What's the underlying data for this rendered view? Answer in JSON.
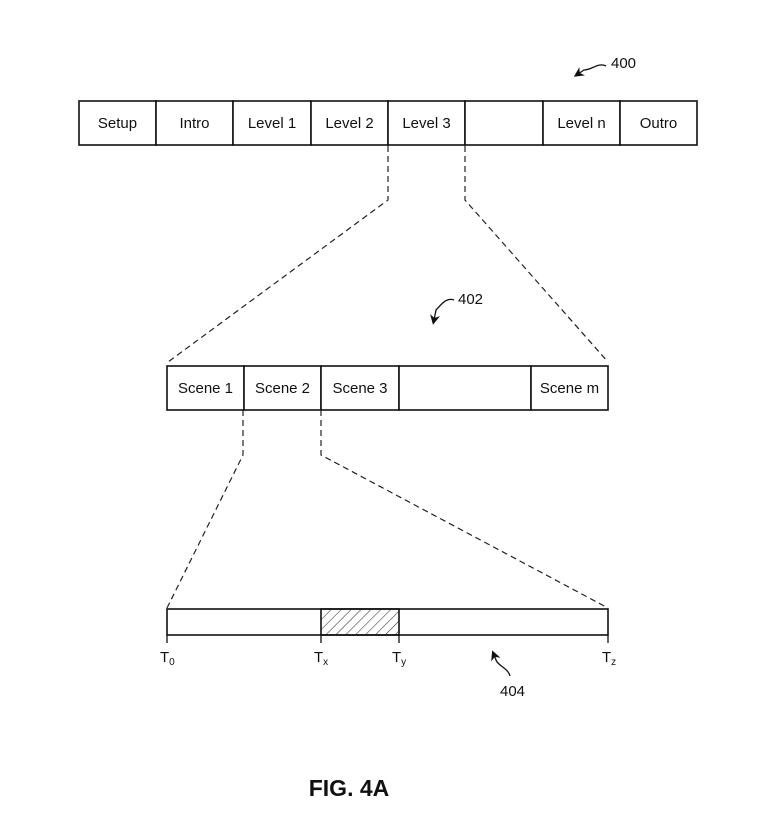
{
  "figure": {
    "label": "FIG. 4A"
  },
  "timeline_400": {
    "ref": "400",
    "segments": [
      "Setup",
      "Intro",
      "Level 1",
      "Level 2",
      "Level 3",
      "",
      "Level n",
      "Outro"
    ],
    "expanded_segment": "Level 3"
  },
  "timeline_402": {
    "ref": "402",
    "segments": [
      "Scene 1",
      "Scene 2",
      "Scene 3",
      "",
      "Scene m"
    ],
    "expanded_segment": "Scene 2"
  },
  "timeline_404": {
    "ref": "404",
    "markers": [
      {
        "base": "T",
        "sub": "0"
      },
      {
        "base": "T",
        "sub": "x"
      },
      {
        "base": "T",
        "sub": "y"
      },
      {
        "base": "T",
        "sub": "z"
      }
    ],
    "highlighted_interval": {
      "from": "Tx",
      "to": "Ty",
      "pattern": "hatched"
    }
  }
}
